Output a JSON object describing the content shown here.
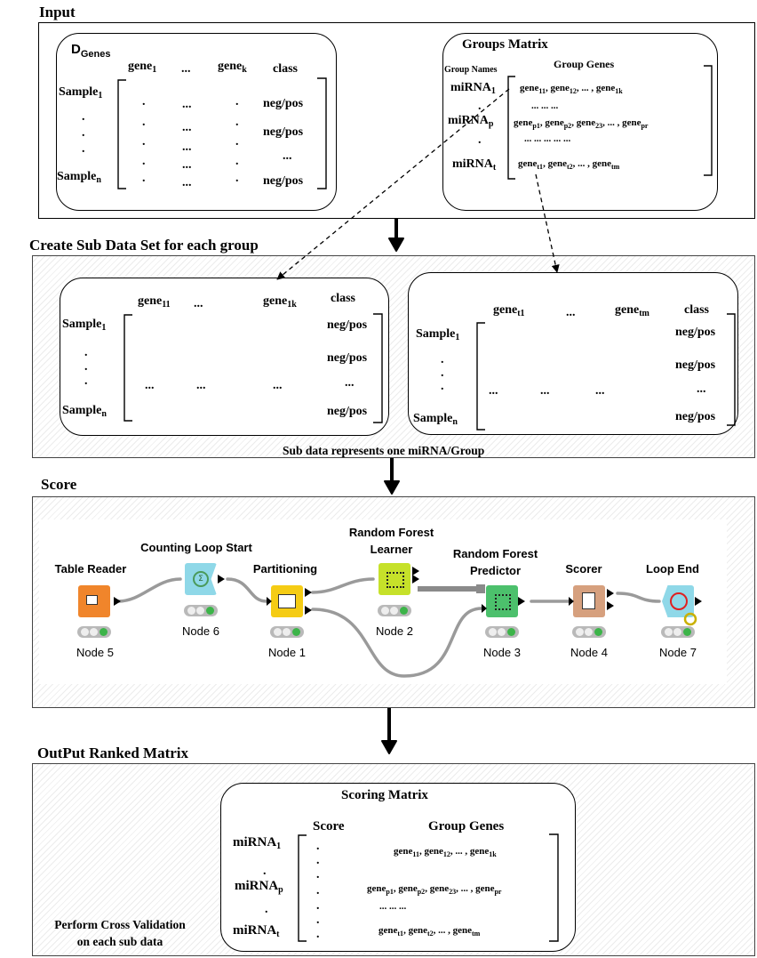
{
  "sections": {
    "input": "Input",
    "create": "Create Sub Data Set for each group",
    "score": "Score",
    "output": "OutPut Ranked Matrix"
  },
  "dgenes": {
    "title_main": "D",
    "title_sub": "Genes",
    "gene": "gene",
    "sub1": "1",
    "ellipsis": "...",
    "subk": "k",
    "class": "class",
    "sample": "Sample",
    "subn": "n",
    "dot": ".",
    "negpos": "neg/pos"
  },
  "groups": {
    "title": "Groups Matrix",
    "group_names": "Group Names",
    "group_genes": "Group Genes",
    "mirna": "miRNA",
    "sub1": "1",
    "subp": "p",
    "subt": "t",
    "row1": [
      "gene",
      "11",
      ",  gene",
      "12",
      ",  ... , gene",
      "1k"
    ],
    "rowp": [
      "gene",
      "p1",
      ",  gene",
      "p2",
      ",  gene",
      "23",
      ", ... , gene",
      "pr"
    ],
    "rowt": [
      "gene",
      "t1",
      ",  gene",
      "t2",
      ", ... , gene",
      "tm"
    ],
    "dots_a": "...                   ...                              ...",
    "dots_b": "...          ...          ...          ...          ..."
  },
  "sub1": {
    "gene": "gene",
    "s11": "11",
    "s1k": "1k",
    "ellipsis": "...",
    "class": "class",
    "negpos": "neg/pos",
    "sample": "Sample",
    "one": "1",
    "n": "n"
  },
  "sub2": {
    "gene": "gene",
    "st1": "t1",
    "stm": "tm",
    "ellipsis": "...",
    "class": "class",
    "negpos": "neg/pos",
    "sample": "Sample",
    "one": "1",
    "n": "n"
  },
  "sub_caption": "Sub data represents one miRNA/Group",
  "workflow": {
    "nodes": [
      {
        "title": "Table Reader",
        "label": "Node 5",
        "color": "#f0852b"
      },
      {
        "title": "Counting Loop Start",
        "label": "Node 6",
        "color": "#8fd8e8"
      },
      {
        "title": "Partitioning",
        "label": "Node 1",
        "color": "#f5cc14"
      },
      {
        "title": "Random Forest\nLearner",
        "label": "Node 2",
        "color": "#c6e12a"
      },
      {
        "title": "Random Forest\nPredictor",
        "label": "Node 3",
        "color": "#4cc06c"
      },
      {
        "title": "Scorer",
        "label": "Node 4",
        "color": "#d6a07e"
      },
      {
        "title": "Loop End",
        "label": "Node 7",
        "color": "#8fd8e8"
      }
    ],
    "status_green": "#3cb449"
  },
  "scoring": {
    "title": "Scoring Matrix",
    "score": "Score",
    "group_genes": "Group Genes",
    "mirna": "miRNA",
    "sub1": "1",
    "subp": "p",
    "subt": "t",
    "row1": [
      "gene",
      "11",
      ",  gene",
      "12",
      ",  ... , gene",
      "1k"
    ],
    "rowp": [
      "gene",
      "p1",
      ",  gene",
      "p2",
      ",  gene",
      "23",
      ", ... , gene",
      "pr"
    ],
    "rowt": [
      "gene",
      "t1",
      ",  gene",
      "t2",
      ", ... , gene",
      "tm"
    ],
    "dots": "...                       ...                       ..."
  },
  "cv_note": "Perform Cross Validation\non each sub data"
}
